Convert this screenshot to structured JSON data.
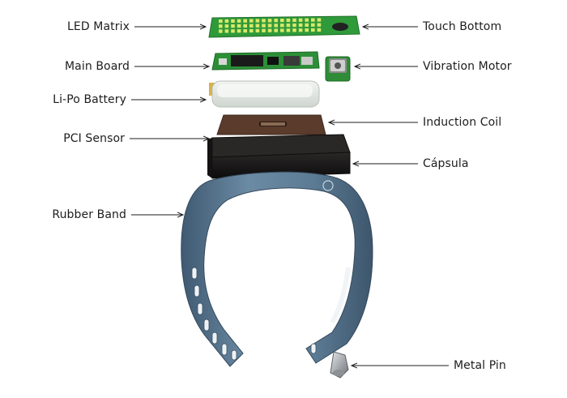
{
  "labels": {
    "led_matrix": "LED Matrix",
    "main_board": "Main Board",
    "lipo_battery": "Li-Po Battery",
    "pci_sensor": "PCI Sensor",
    "rubber_band": "Rubber Band",
    "touch_bottom": "Touch Bottom",
    "vibration_motor": "Vibration Motor",
    "induction_coil": "Induction Coil",
    "capsula": "Cápsula",
    "metal_pin": "Metal Pin"
  },
  "colors": {
    "pcb_green": "#2f9a3a",
    "led_yellow": "#d9e86a",
    "battery": "#e6ebe6",
    "coil": "#5a3b2c",
    "capsule": "#1c1a1a",
    "band": "#5f7e97",
    "metal": "#b9bcbf"
  }
}
